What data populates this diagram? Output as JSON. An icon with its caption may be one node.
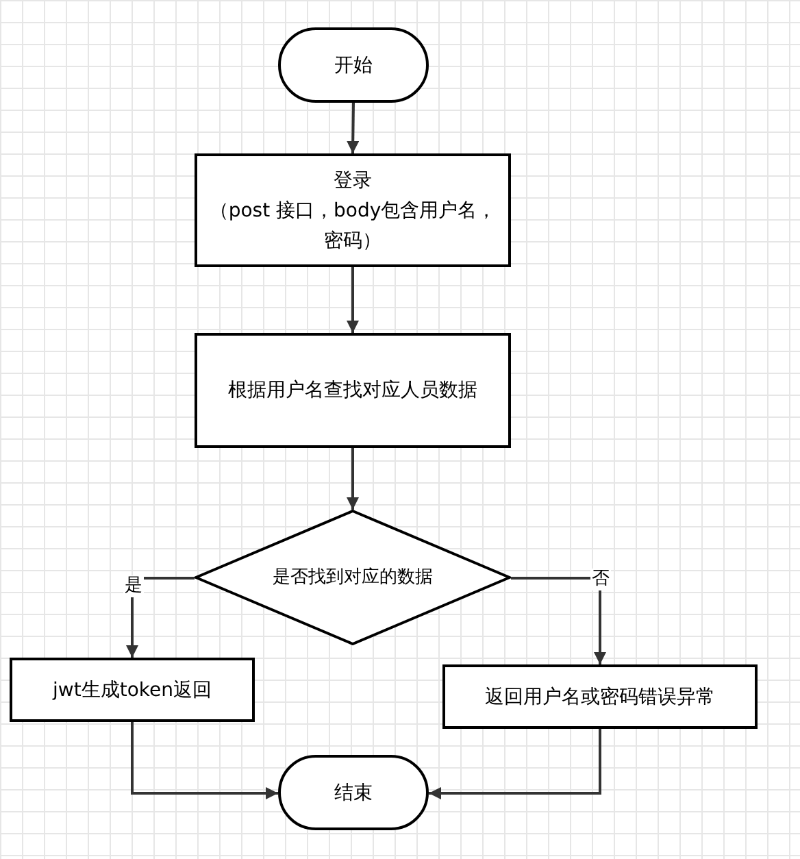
{
  "diagram": {
    "nodes": [
      {
        "text": [
          "开始"
        ]
      },
      {
        "text": [
          "登录",
          "（post 接口，body包含用户名，密码）"
        ]
      },
      {
        "text": [
          "根据用户名查找对应人员数据"
        ]
      },
      {
        "text": [
          "是否找到对应的数据"
        ]
      },
      {
        "text": [
          "jwt生成token返回"
        ]
      },
      {
        "text": [
          "返回用户名或密码错误异常"
        ]
      },
      {
        "text": [
          "结束"
        ]
      }
    ],
    "edges": [
      {
        "from": 0,
        "to": 1,
        "arrow": "to"
      },
      {
        "from": 1,
        "to": 2,
        "arrow": "to"
      },
      {
        "from": 2,
        "to": 3,
        "arrow": "to"
      },
      {
        "from": 3,
        "to": 4,
        "arrow": "to",
        "label": "是"
      },
      {
        "from": 3,
        "to": 5,
        "arrow": "to",
        "label": "否"
      },
      {
        "from": 4,
        "to": 6,
        "arrow": "to"
      },
      {
        "from": 5,
        "to": 6,
        "arrow": "to"
      }
    ]
  }
}
